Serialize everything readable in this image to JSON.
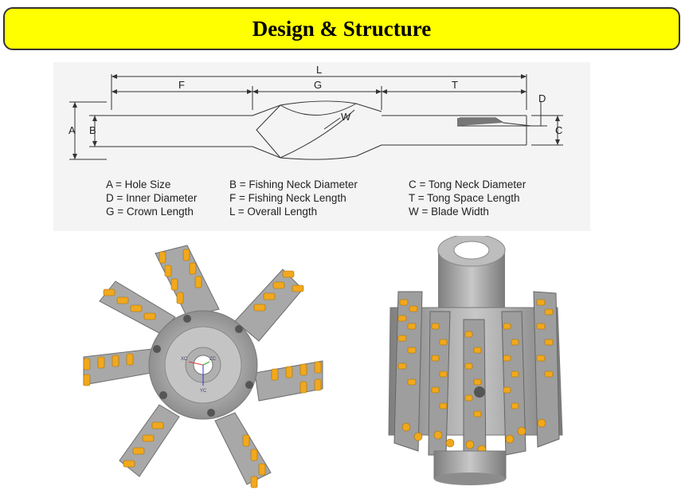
{
  "title": "Design & Structure",
  "diagram": {
    "dimensions": {
      "L": "L",
      "F": "F",
      "G": "G",
      "T": "T",
      "A": "A",
      "B": "B",
      "C": "C",
      "D": "D",
      "W": "W"
    },
    "legend": [
      [
        "A = Hole Size",
        "B = Fishing Neck Diameter",
        "C = Tong Neck Diameter"
      ],
      [
        "D = Inner Diameter",
        "F = Fishing Neck Length",
        "T = Tong Space Length"
      ],
      [
        "G = Crown Length",
        "L = Overall Length",
        "W = Blade Width"
      ]
    ]
  },
  "photos": {
    "front_axis_labels": {
      "xc": "XC",
      "yc": "YC",
      "zc": "ZC"
    }
  },
  "colors": {
    "title_bg": "#ffff00",
    "cutter": "#f0a81e",
    "steel": "#a9a9a9"
  }
}
